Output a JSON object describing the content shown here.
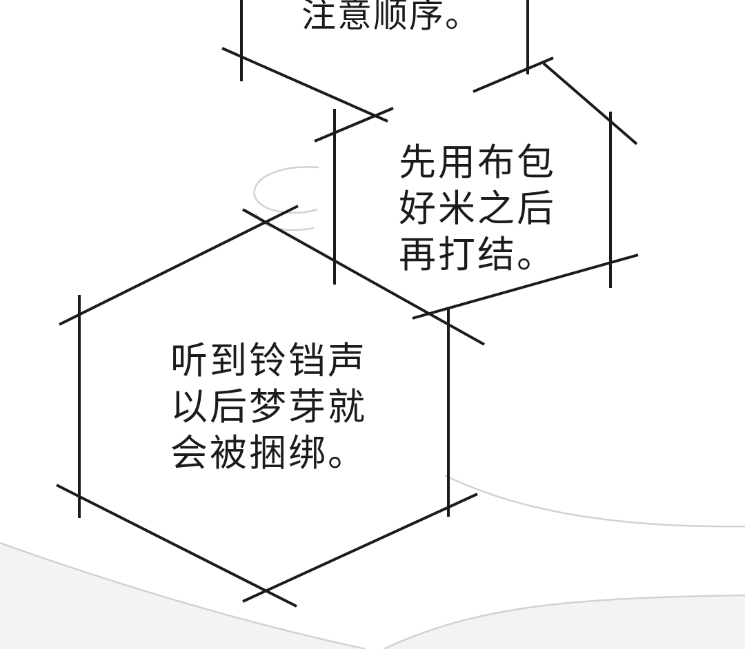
{
  "page": {
    "background": "#ffffff",
    "ink_color": "#1b1b1b",
    "soft_line_color": "#ced3d7",
    "soft_fill_color": "#f2f3f5"
  },
  "bubbles": {
    "top": {
      "lines": [
        "注意顺序。"
      ]
    },
    "middle": {
      "lines": [
        "先用布包",
        "好米之后",
        "再打结。"
      ]
    },
    "bottom": {
      "lines": [
        "听到铃铛声",
        "以后梦芽就",
        "会被捆绑。"
      ]
    }
  }
}
